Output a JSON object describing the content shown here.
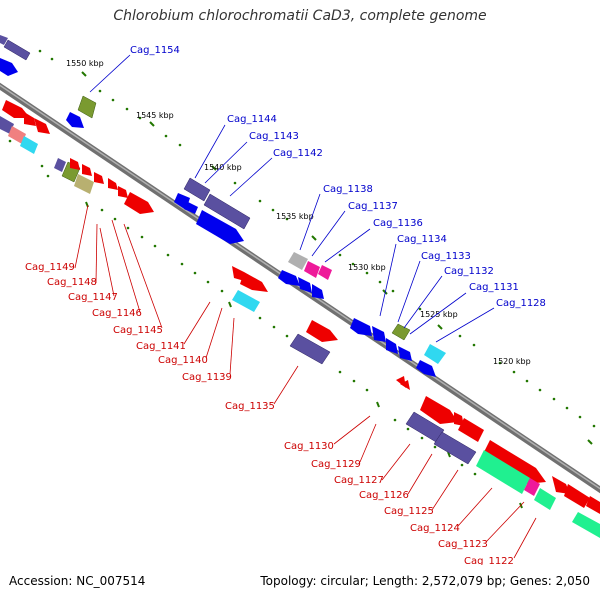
{
  "title": "Chlorobium chlorochromatii CaD3, complete genome",
  "accession": "Accession: NC_007514",
  "summary": "Topology: circular; Length: 2,572,079 bp; Genes: 2,050",
  "scale_labels": [
    "1550 kbp",
    "1545 kbp",
    "1540 kbp",
    "1535 kbp",
    "1530 kbp",
    "1525 kbp",
    "1520 kbp"
  ],
  "upper_genes": [
    "Cag_1154",
    "Cag_1144",
    "Cag_1143",
    "Cag_1142",
    "Cag_1138",
    "Cag_1137",
    "Cag_1136",
    "Cag_1134",
    "Cag_1133",
    "Cag_1132",
    "Cag_1131",
    "Cag_1128"
  ],
  "lower_genes": [
    "Cag_1149",
    "Cag_1148",
    "Cag_1147",
    "Cag_1146",
    "Cag_1145",
    "Cag_1141",
    "Cag_1140",
    "Cag_1139",
    "Cag_1135",
    "Cag_1130",
    "Cag_1129",
    "Cag_1127",
    "Cag_1126",
    "Cag_1125",
    "Cag_1124",
    "Cag_1123",
    "Cag_1122"
  ],
  "colors": {
    "backbone": "#808080",
    "forward_blue": "#0000ee",
    "reverse_red": "#ee0000",
    "slate": "#5a50a0",
    "olive": "#7a9a30",
    "khaki": "#b8b070",
    "cyan": "#30d8f0",
    "magenta": "#ee1a9a",
    "green": "#20f090",
    "pink": "#f08080",
    "grey": "#b0b0b0",
    "tick": "#227700"
  }
}
